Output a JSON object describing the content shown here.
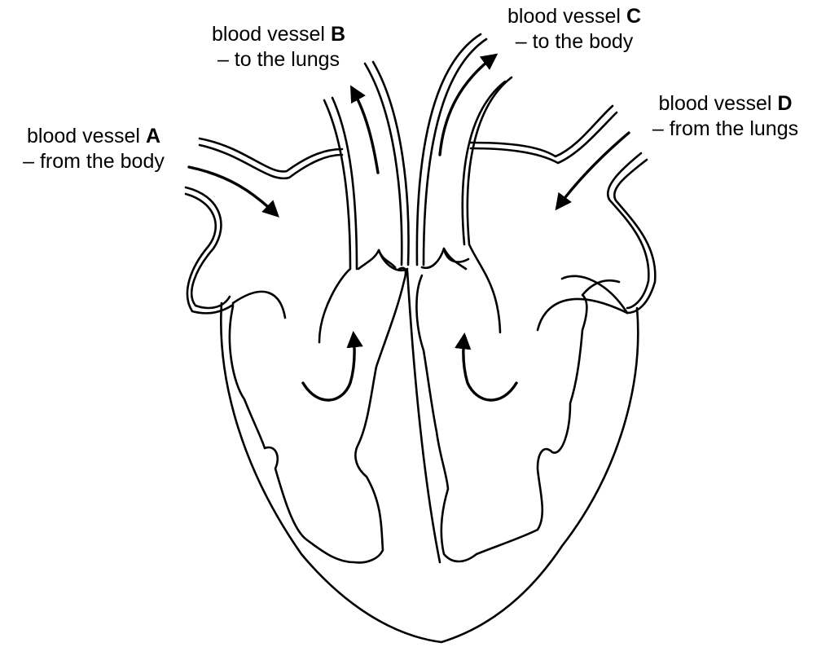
{
  "diagram": {
    "labels": {
      "vessel_a": {
        "name": "blood vessel ",
        "letter": "A",
        "desc": "– from the body"
      },
      "vessel_b": {
        "name": "blood vessel ",
        "letter": "B",
        "desc": "– to the lungs"
      },
      "vessel_c": {
        "name": "blood vessel ",
        "letter": "C",
        "desc": "– to the body"
      },
      "vessel_d": {
        "name": "blood vessel ",
        "letter": "D",
        "desc": "– from the lungs"
      }
    },
    "colors": {
      "line": "#000000",
      "background": "#ffffff"
    }
  }
}
